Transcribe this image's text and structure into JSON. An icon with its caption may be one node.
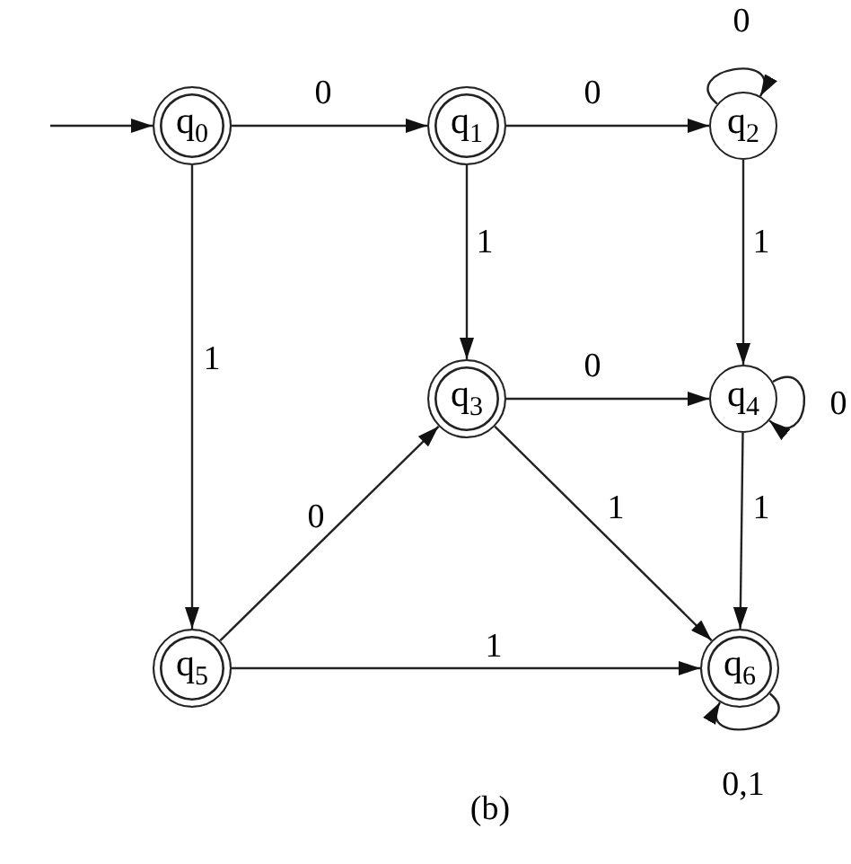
{
  "diagram": {
    "caption": "(b)",
    "nodes": [
      {
        "text": [
          "q$_{0}$"
        ]
      },
      {
        "text": [
          "q$_{1}$"
        ]
      },
      {
        "text": [
          "q$_{2}$"
        ]
      },
      {
        "text": [
          "q$_{3}$"
        ]
      },
      {
        "text": [
          "q$_{4}$"
        ]
      },
      {
        "text": [
          "q$_{5}$"
        ]
      },
      {
        "text": [
          "q$_{6}$"
        ]
      }
    ],
    "edges": [
      {
        "from": null,
        "to": 0,
        "arrow": "to"
      },
      {
        "from": 0,
        "to": 1,
        "arrow": "to",
        "label": "0"
      },
      {
        "from": 1,
        "to": 2,
        "arrow": "to",
        "label": "0"
      },
      {
        "from": 2,
        "to": 2,
        "arrow": "to",
        "label": "0"
      },
      {
        "from": 0,
        "to": 5,
        "arrow": "to",
        "label": "1"
      },
      {
        "from": 1,
        "to": 3,
        "arrow": "to",
        "label": "1"
      },
      {
        "from": 2,
        "to": 4,
        "arrow": "to",
        "label": "1"
      },
      {
        "from": 3,
        "to": 4,
        "arrow": "to",
        "label": "0"
      },
      {
        "from": 4,
        "to": 4,
        "arrow": "to",
        "label": "0"
      },
      {
        "from": 3,
        "to": 6,
        "arrow": "to",
        "label": "1"
      },
      {
        "from": 4,
        "to": 6,
        "arrow": "to",
        "label": "1"
      },
      {
        "from": 5,
        "to": 3,
        "arrow": "to",
        "label": "0"
      },
      {
        "from": 5,
        "to": 6,
        "arrow": "to",
        "label": "1"
      },
      {
        "from": 6,
        "to": 6,
        "arrow": "to",
        "label": "0,1"
      }
    ]
  }
}
